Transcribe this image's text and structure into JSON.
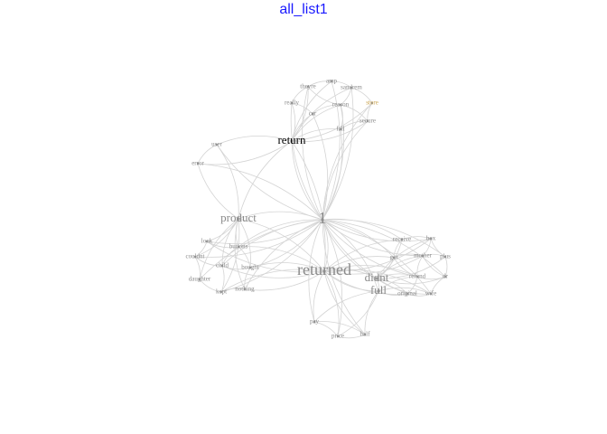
{
  "title": "all_list1",
  "colors": {
    "title": "#1a1aff",
    "edge": "#d4d4d4",
    "label": "#8a8a8a",
    "highlight": "#000000",
    "accent": "#c9a14a"
  },
  "nodes": [
    {
      "id": "1",
      "label": "1",
      "size": "xl"
    },
    {
      "id": "return",
      "label": "return",
      "size": "lg",
      "highlight": true
    },
    {
      "id": "product",
      "label": "product",
      "size": "lg"
    },
    {
      "id": "returned",
      "label": "returned",
      "size": "xl"
    },
    {
      "id": "didnt",
      "label": "didnt",
      "size": "lg"
    },
    {
      "id": "full",
      "label": "full",
      "size": "lg"
    },
    {
      "id": "amp",
      "label": "amp",
      "size": "sm"
    },
    {
      "id": "theyre",
      "label": "theyre",
      "size": "sm"
    },
    {
      "id": "sandrem",
      "label": "sandrem",
      "size": "sm"
    },
    {
      "id": "really",
      "label": "really",
      "size": "sm"
    },
    {
      "id": "reason",
      "label": "reason",
      "size": "sm"
    },
    {
      "id": "store",
      "label": "store",
      "size": "sm",
      "accent": true
    },
    {
      "id": "car",
      "label": "car",
      "size": "sm"
    },
    {
      "id": "secure",
      "label": "secure",
      "size": "sm"
    },
    {
      "id": "fall",
      "label": "fall",
      "size": "sm"
    },
    {
      "id": "user",
      "label": "user",
      "size": "sm"
    },
    {
      "id": "error",
      "label": "error",
      "size": "sm"
    },
    {
      "id": "look",
      "label": "look",
      "size": "sm"
    },
    {
      "id": "buttons",
      "label": "buttons",
      "size": "sm"
    },
    {
      "id": "couldnt",
      "label": "couldnt",
      "size": "sm"
    },
    {
      "id": "child",
      "label": "child",
      "size": "sm"
    },
    {
      "id": "bought",
      "label": "bought",
      "size": "sm"
    },
    {
      "id": "daughter",
      "label": "daughter",
      "size": "sm"
    },
    {
      "id": "kept",
      "label": "kept",
      "size": "sm"
    },
    {
      "id": "nothing",
      "label": "nothing",
      "size": "sm"
    },
    {
      "id": "receive",
      "label": "receive",
      "size": "sm"
    },
    {
      "id": "box",
      "label": "box",
      "size": "sm"
    },
    {
      "id": "got",
      "label": "got",
      "size": "sm"
    },
    {
      "id": "mother",
      "label": "mother",
      "size": "sm"
    },
    {
      "id": "plus",
      "label": "plus",
      "size": "sm"
    },
    {
      "id": "refund",
      "label": "refund",
      "size": "sm"
    },
    {
      "id": "dr",
      "label": "dr",
      "size": "sm"
    },
    {
      "id": "original",
      "label": "original",
      "size": "sm"
    },
    {
      "id": "wife",
      "label": "wife",
      "size": "sm"
    },
    {
      "id": "pay",
      "label": "pay",
      "size": "sm"
    },
    {
      "id": "price",
      "label": "price",
      "size": "sm"
    },
    {
      "id": "half",
      "label": "half",
      "size": "sm"
    }
  ],
  "edges": [
    [
      "1",
      "return"
    ],
    [
      "1",
      "product"
    ],
    [
      "1",
      "returned"
    ],
    [
      "1",
      "didnt"
    ],
    [
      "1",
      "full"
    ],
    [
      "1",
      "amp"
    ],
    [
      "1",
      "theyre"
    ],
    [
      "1",
      "sandrem"
    ],
    [
      "1",
      "really"
    ],
    [
      "1",
      "reason"
    ],
    [
      "1",
      "store"
    ],
    [
      "1",
      "car"
    ],
    [
      "1",
      "secure"
    ],
    [
      "1",
      "fall"
    ],
    [
      "1",
      "user"
    ],
    [
      "1",
      "error"
    ],
    [
      "1",
      "look"
    ],
    [
      "1",
      "buttons"
    ],
    [
      "1",
      "couldnt"
    ],
    [
      "1",
      "child"
    ],
    [
      "1",
      "bought"
    ],
    [
      "1",
      "daughter"
    ],
    [
      "1",
      "kept"
    ],
    [
      "1",
      "nothing"
    ],
    [
      "1",
      "receive"
    ],
    [
      "1",
      "box"
    ],
    [
      "1",
      "got"
    ],
    [
      "1",
      "mother"
    ],
    [
      "1",
      "plus"
    ],
    [
      "1",
      "refund"
    ],
    [
      "1",
      "dr"
    ],
    [
      "1",
      "original"
    ],
    [
      "1",
      "wife"
    ],
    [
      "1",
      "pay"
    ],
    [
      "1",
      "price"
    ],
    [
      "1",
      "half"
    ],
    [
      "return",
      "amp"
    ],
    [
      "return",
      "theyre"
    ],
    [
      "return",
      "sandrem"
    ],
    [
      "return",
      "really"
    ],
    [
      "return",
      "reason"
    ],
    [
      "return",
      "store"
    ],
    [
      "return",
      "car"
    ],
    [
      "return",
      "secure"
    ],
    [
      "return",
      "fall"
    ],
    [
      "return",
      "user"
    ],
    [
      "return",
      "error"
    ],
    [
      "return",
      "product"
    ],
    [
      "return",
      "returned"
    ],
    [
      "amp",
      "theyre"
    ],
    [
      "amp",
      "sandrem"
    ],
    [
      "theyre",
      "really"
    ],
    [
      "sandrem",
      "store"
    ],
    [
      "reason",
      "car"
    ],
    [
      "reason",
      "secure"
    ],
    [
      "store",
      "secure"
    ],
    [
      "really",
      "car"
    ],
    [
      "fall",
      "reason"
    ],
    [
      "fall",
      "secure"
    ],
    [
      "theyre",
      "reason"
    ],
    [
      "sandrem",
      "reason"
    ],
    [
      "user",
      "error"
    ],
    [
      "user",
      "product"
    ],
    [
      "error",
      "product"
    ],
    [
      "product",
      "look"
    ],
    [
      "product",
      "buttons"
    ],
    [
      "product",
      "couldnt"
    ],
    [
      "product",
      "child"
    ],
    [
      "product",
      "bought"
    ],
    [
      "product",
      "daughter"
    ],
    [
      "product",
      "kept"
    ],
    [
      "product",
      "nothing"
    ],
    [
      "product",
      "returned"
    ],
    [
      "look",
      "buttons"
    ],
    [
      "look",
      "couldnt"
    ],
    [
      "couldnt",
      "child"
    ],
    [
      "couldnt",
      "daughter"
    ],
    [
      "child",
      "bought"
    ],
    [
      "child",
      "kept"
    ],
    [
      "daughter",
      "kept"
    ],
    [
      "kept",
      "nothing"
    ],
    [
      "bought",
      "nothing"
    ],
    [
      "buttons",
      "bought"
    ],
    [
      "buttons",
      "child"
    ],
    [
      "returned",
      "didnt"
    ],
    [
      "returned",
      "full"
    ],
    [
      "returned",
      "look"
    ],
    [
      "returned",
      "buttons"
    ],
    [
      "returned",
      "child"
    ],
    [
      "returned",
      "bought"
    ],
    [
      "returned",
      "nothing"
    ],
    [
      "returned",
      "kept"
    ],
    [
      "returned",
      "receive"
    ],
    [
      "returned",
      "box"
    ],
    [
      "returned",
      "got"
    ],
    [
      "returned",
      "mother"
    ],
    [
      "returned",
      "refund"
    ],
    [
      "returned",
      "original"
    ],
    [
      "returned",
      "wife"
    ],
    [
      "returned",
      "pay"
    ],
    [
      "returned",
      "price"
    ],
    [
      "returned",
      "half"
    ],
    [
      "didnt",
      "full"
    ],
    [
      "didnt",
      "receive"
    ],
    [
      "didnt",
      "box"
    ],
    [
      "didnt",
      "got"
    ],
    [
      "didnt",
      "mother"
    ],
    [
      "didnt",
      "plus"
    ],
    [
      "didnt",
      "refund"
    ],
    [
      "didnt",
      "dr"
    ],
    [
      "didnt",
      "original"
    ],
    [
      "didnt",
      "wife"
    ],
    [
      "full",
      "refund"
    ],
    [
      "full",
      "original"
    ],
    [
      "full",
      "wife"
    ],
    [
      "full",
      "pay"
    ],
    [
      "full",
      "price"
    ],
    [
      "full",
      "half"
    ],
    [
      "receive",
      "box"
    ],
    [
      "receive",
      "got"
    ],
    [
      "box",
      "mother"
    ],
    [
      "box",
      "plus"
    ],
    [
      "got",
      "mother"
    ],
    [
      "got",
      "refund"
    ],
    [
      "mother",
      "plus"
    ],
    [
      "mother",
      "refund"
    ],
    [
      "plus",
      "dr"
    ],
    [
      "refund",
      "dr"
    ],
    [
      "refund",
      "original"
    ],
    [
      "original",
      "wife"
    ],
    [
      "wife",
      "dr"
    ],
    [
      "mother",
      "dr"
    ],
    [
      "pay",
      "price"
    ],
    [
      "price",
      "half"
    ],
    [
      "pay",
      "half"
    ]
  ]
}
